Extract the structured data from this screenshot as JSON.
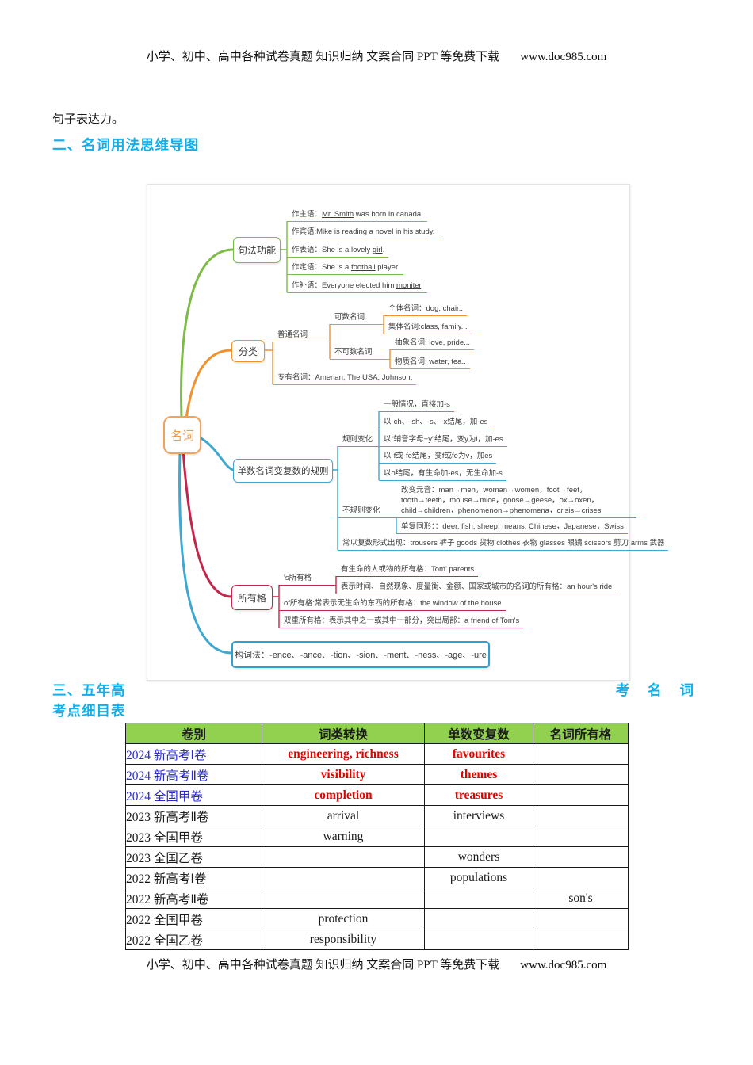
{
  "page": {
    "header_text": "小学、初中、高中各种试卷真题  知识归纳  文案合同  PPT 等免费下载",
    "header_url": "www.doc985.com",
    "intro": "句子表达力。",
    "sec2": "二、名词用法思维导图",
    "sec3_left": "三、五年高",
    "sec3_right": "考 名 词",
    "sec3_line2": "考点细目表",
    "footer_text": "小学、初中、高中各种试卷真题  知识归纳  文案合同  PPT 等免费下载",
    "footer_url": "www.doc985.com"
  },
  "colors": {
    "heading_cyan": "#12aeea",
    "branch_green": "#7cbb45",
    "branch_orange": "#f0912d",
    "branch_blue": "#3fa8d0",
    "branch_red": "#c2274b",
    "root_orange": "#f0a25f",
    "table_header_green": "#92d050",
    "row_blue": "#2929cc",
    "row_red": "#e60000"
  },
  "mindmap": {
    "root": "名词",
    "syntax": {
      "label": "句法功能",
      "leaves": [
        {
          "pre": "作主语：",
          "u": "Mr. Smith",
          "post": " was born in canada."
        },
        {
          "pre": "作宾语:Mike is reading a ",
          "u": "novel",
          "post": " in his study."
        },
        {
          "pre": "作表语：She is a lovely ",
          "u": "girl",
          "post": "."
        },
        {
          "pre": "作定语：She is a ",
          "u": "football",
          "post": " player."
        },
        {
          "pre": "作补语：Everyone elected him ",
          "u": "moniter",
          "post": "."
        }
      ]
    },
    "classify": {
      "label": "分类",
      "putong": "普通名词",
      "countable": "可数名词",
      "geti": "个体名词：dog, chair..",
      "jiti": "集体名词:class, family...",
      "uncountable": "不可数名词",
      "chouxiang": "抽象名词: love, pride...",
      "wuzhi": "物质名词: water, tea..",
      "zhuanyou": "专有名词：Amerian, The USA, Johnson,"
    },
    "plural": {
      "label": "单数名词变复数的规则",
      "regular": "规则变化",
      "r1": "一般情况，直接加-s",
      "r2": "以-ch、-sh、-s、-x结尾，加-es",
      "r3": "以“辅音字母+y”结尾，变y为i，加-es",
      "r4": "以-f或-fe结尾，变f或fe为v，加es",
      "r5": "以o结尾，有生命加-es，无生命加-s",
      "irregular": "不规则变化",
      "vowel": "改变元音：man→men，woman→women，foot→feet，tooth→teeth，mouse→mice，goose→geese，ox→oxen，child→children，phenomenon→phenomena，crisis→crises",
      "same": "单复同形：：deer, fish, sheep, means, Chinese，Japanese，Swiss",
      "plural_only": "常以复数形式出现：trousers 裤子 goods 货物 clothes 衣物 glasses 眼镜 scissors 剪刀 arms 武器"
    },
    "possessive": {
      "label": "所有格",
      "s": "'s所有格",
      "s1": "有生命的人或物的所有格：Tom' parents",
      "s2": "表示时间、自然现象、度量衡、金额、国家或城市的名词的所有格：an hour's ride",
      "of": "of所有格:常表示无生命的东西的所有格：the window of the house",
      "double": "双重所有格：表示其中之一或其中一部分，突出局部：a friend of Tom's"
    },
    "formation": "构词法：-ence、-ance、-tion、-sion、-ment、-ness、-age、-ure"
  },
  "table": {
    "headers": [
      "卷别",
      "词类转换",
      "单数变复数",
      "名词所有格"
    ],
    "rows": [
      [
        "2024 新高考Ⅰ卷",
        "engineering, richness",
        "favourites",
        ""
      ],
      [
        "2024 新高考Ⅱ卷",
        "visibility",
        "themes",
        ""
      ],
      [
        "2024 全国甲卷",
        "completion",
        "treasures",
        ""
      ],
      [
        "2023 新高考Ⅱ卷",
        "arrival",
        "interviews",
        ""
      ],
      [
        "2023 全国甲卷",
        "warning",
        "",
        ""
      ],
      [
        "2023 全国乙卷",
        "",
        "wonders",
        ""
      ],
      [
        "2022 新高考Ⅰ卷",
        "",
        "populations",
        ""
      ],
      [
        "2022 新高考Ⅱ卷",
        "",
        "",
        "son's"
      ],
      [
        "2022 全国甲卷",
        "protection",
        "",
        ""
      ],
      [
        "2022 全国乙卷",
        "responsibility",
        "",
        ""
      ]
    ]
  }
}
